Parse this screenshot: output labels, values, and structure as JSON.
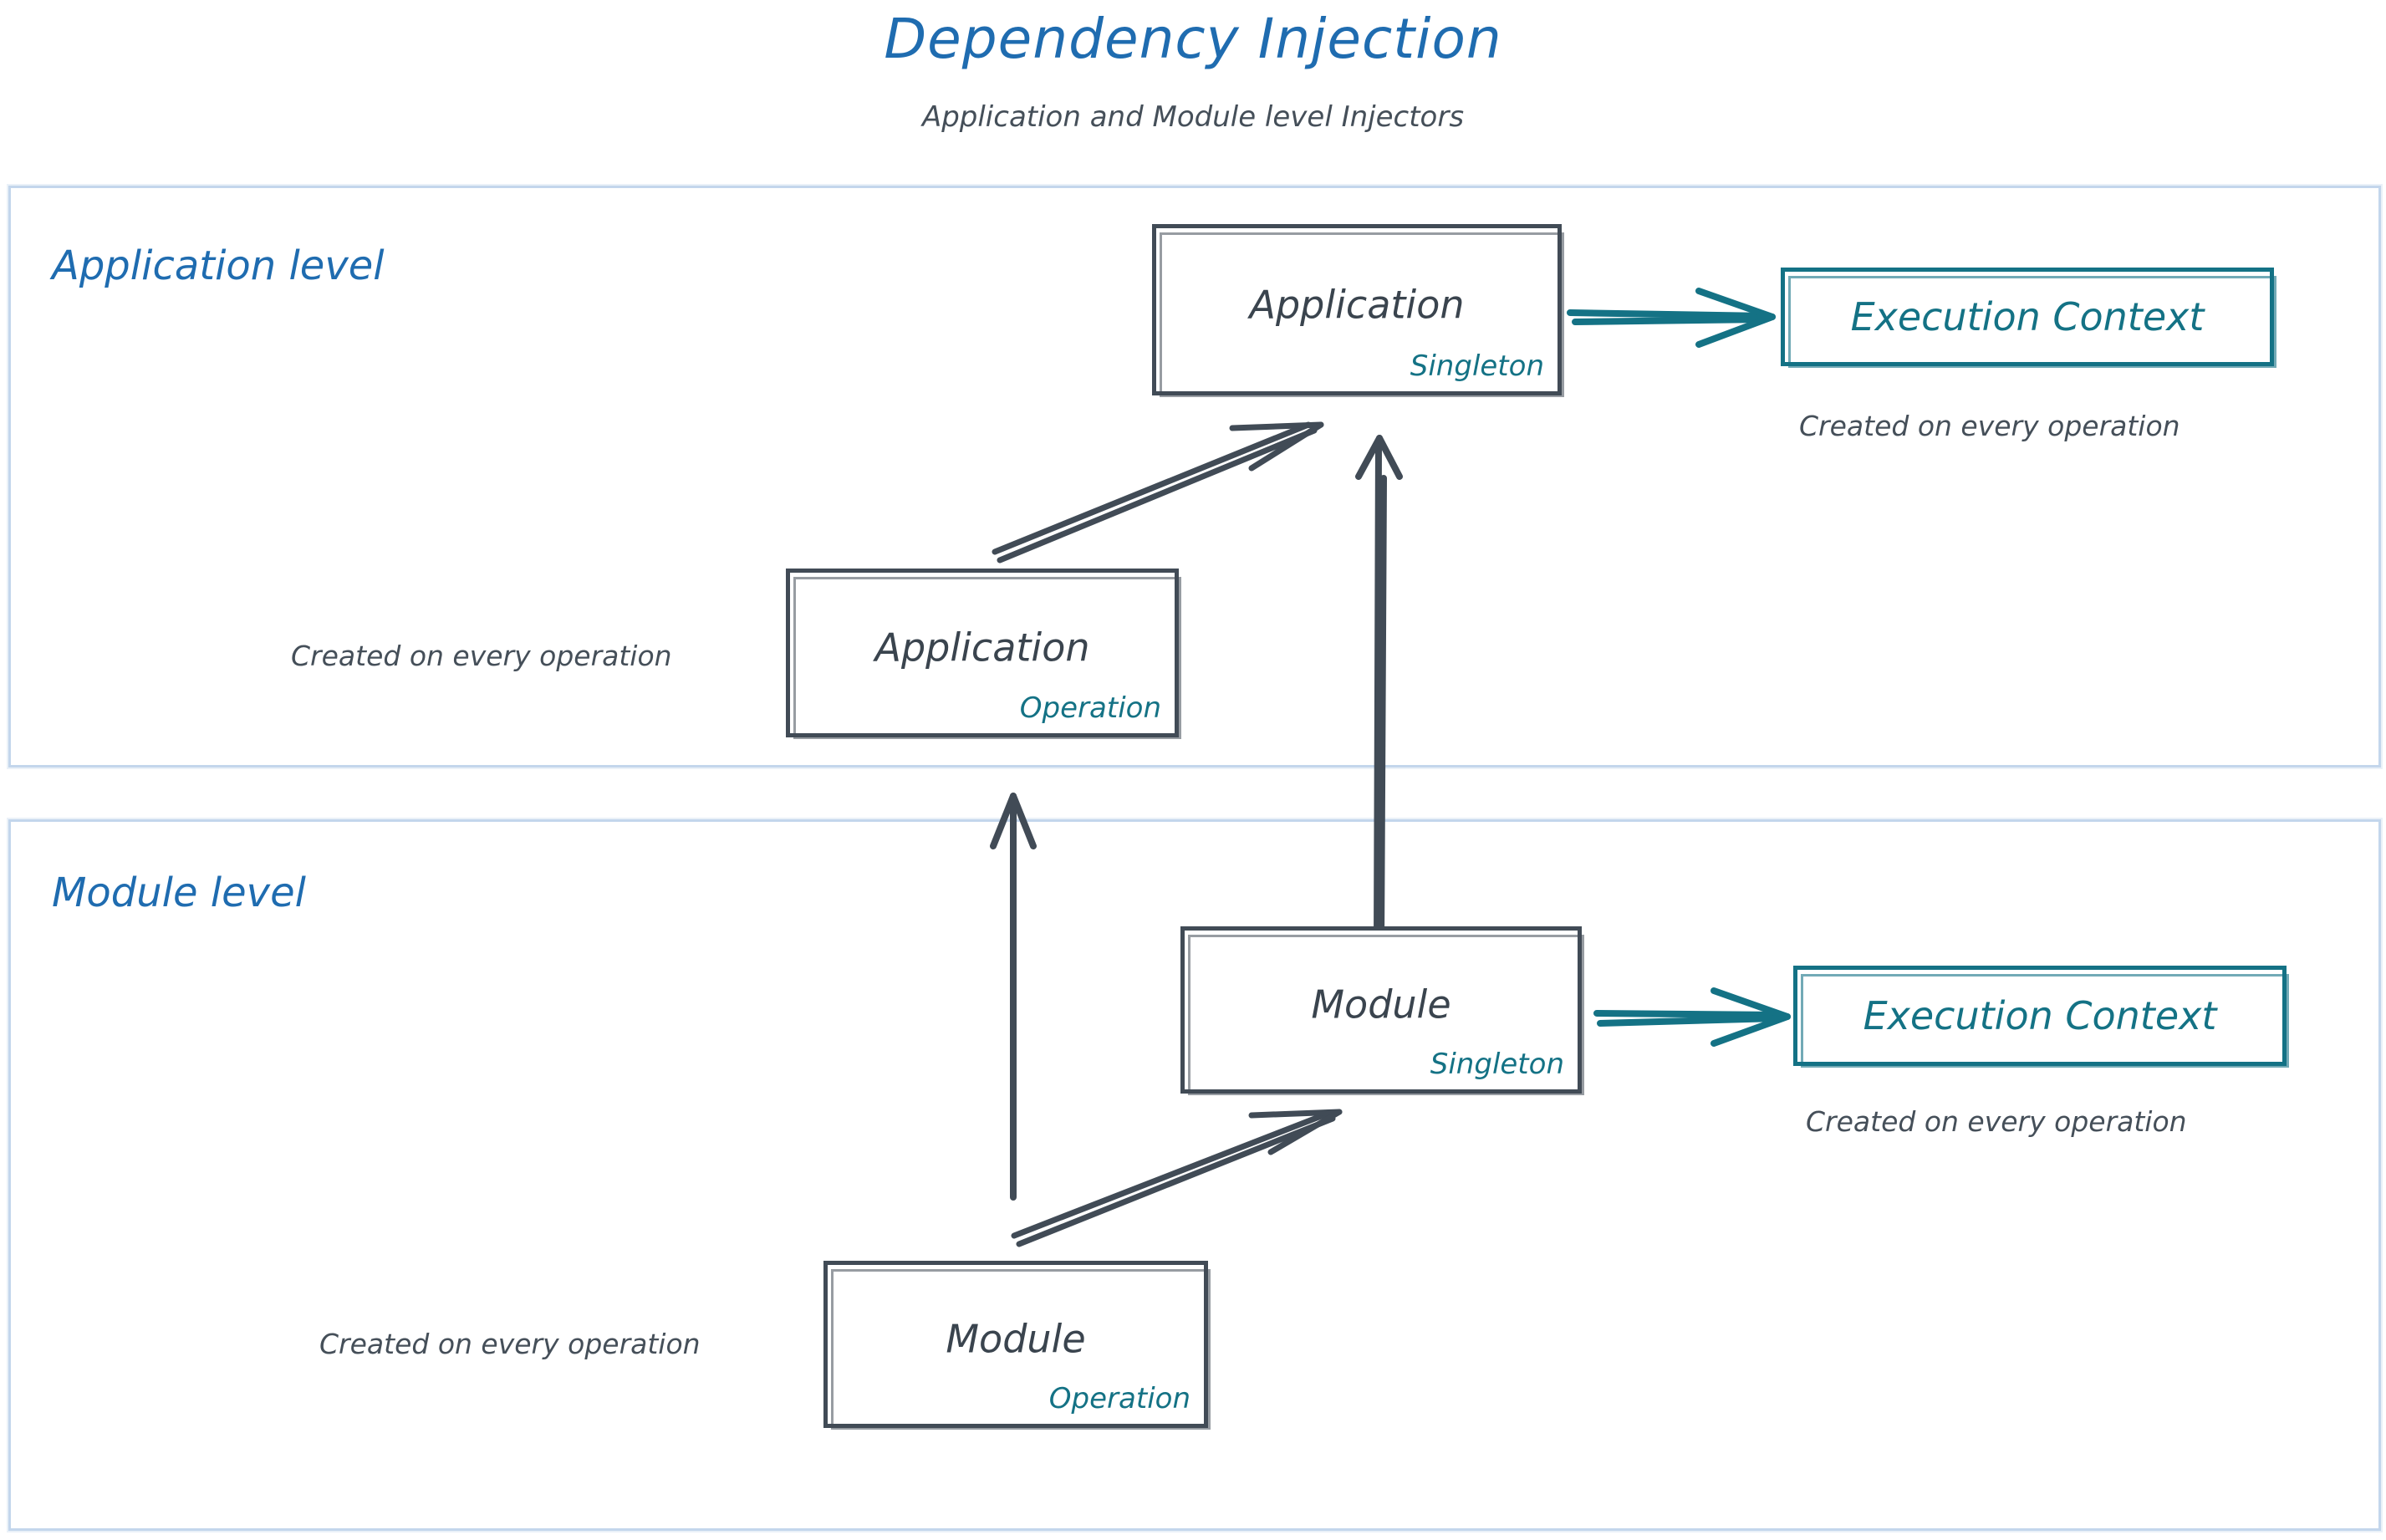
{
  "header": {
    "title": "Dependency Injection",
    "subtitle": "Application and Module level Injectors"
  },
  "colors": {
    "title_blue": "#1f6cb0",
    "level_label_blue": "#1f6cb0",
    "container_border": "#c3d6ec",
    "node_stroke": "#414b56",
    "node_text": "#3a444e",
    "accent_teal": "#147285",
    "caption_gray": "#454f59",
    "background": "#ffffff"
  },
  "levels": [
    {
      "id": "application-level",
      "label": "Application level"
    },
    {
      "id": "module-level",
      "label": "Module level"
    }
  ],
  "nodes": [
    {
      "id": "application-singleton",
      "title": "Application",
      "scope": "Singleton",
      "style": "dark"
    },
    {
      "id": "application-operation",
      "title": "Application",
      "scope": "Operation",
      "style": "dark"
    },
    {
      "id": "execution-context-application",
      "title": "Execution Context",
      "scope": "",
      "style": "teal"
    },
    {
      "id": "module-singleton",
      "title": "Module",
      "scope": "Singleton",
      "style": "dark"
    },
    {
      "id": "module-operation",
      "title": "Module",
      "scope": "Operation",
      "style": "dark"
    },
    {
      "id": "execution-context-module",
      "title": "Execution Context",
      "scope": "",
      "style": "teal"
    }
  ],
  "captions": [
    {
      "id": "caption-exec-ctx-application",
      "text": "Created on every operation"
    },
    {
      "id": "caption-application-operation",
      "text": "Created on every operation"
    },
    {
      "id": "caption-exec-ctx-module",
      "text": "Created on every operation"
    },
    {
      "id": "caption-module-operation",
      "text": "Created on every operation"
    }
  ],
  "arrows": [
    {
      "id": "arrow-application-operation-to-application-singleton",
      "from": "application-operation",
      "to": "application-singleton",
      "color": "#414b56"
    },
    {
      "id": "arrow-application-singleton-to-execution-context",
      "from": "application-singleton",
      "to": "execution-context-application",
      "color": "#147285"
    },
    {
      "id": "arrow-module-singleton-to-application-singleton",
      "from": "module-singleton",
      "to": "application-singleton",
      "color": "#414b56"
    },
    {
      "id": "arrow-module-operation-to-application-operation",
      "from": "module-operation",
      "to": "application-operation",
      "color": "#414b56"
    },
    {
      "id": "arrow-module-operation-to-module-singleton",
      "from": "module-operation",
      "to": "module-singleton",
      "color": "#414b56"
    },
    {
      "id": "arrow-module-singleton-to-execution-context",
      "from": "module-singleton",
      "to": "execution-context-module",
      "color": "#147285"
    }
  ]
}
